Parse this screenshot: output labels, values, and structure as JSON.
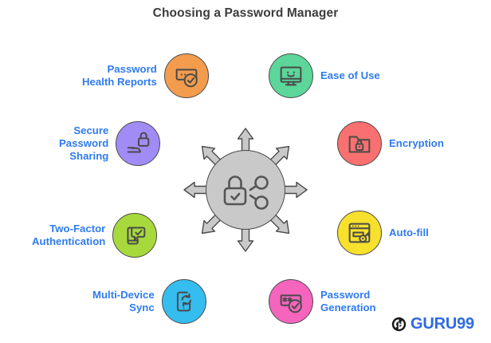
{
  "title": "Choosing a Password Manager",
  "center": {
    "icon": "lock-share-icon",
    "color": "#c9c9c9",
    "arrow_color": "#c9c9c9",
    "arrow_count": 8
  },
  "nodes": [
    {
      "id": "password-health-reports",
      "label": "Password\nHealth Reports",
      "icon": "password-field-check-icon",
      "color": "#f39c4e",
      "side": "left"
    },
    {
      "id": "ease-of-use",
      "label": "Ease of Use",
      "icon": "monitor-smiley-icon",
      "color": "#5cd69a",
      "side": "right"
    },
    {
      "id": "secure-password-sharing",
      "label": "Secure\nPassword\nSharing",
      "icon": "lock-share-arrow-icon",
      "color": "#a18cf5",
      "side": "left"
    },
    {
      "id": "encryption",
      "label": "Encryption",
      "icon": "folder-lock-icon",
      "color": "#f97070",
      "side": "right"
    },
    {
      "id": "two-factor-authentication",
      "label": "Two-Factor\nAuthentication",
      "icon": "phone-chat-check-icon",
      "color": "#a7d93c",
      "side": "left"
    },
    {
      "id": "auto-fill",
      "label": "Auto-fill",
      "icon": "browser-key-icon",
      "color": "#f7e12c",
      "side": "right"
    },
    {
      "id": "multi-device-sync",
      "label": "Multi-Device\nSync",
      "icon": "phone-sync-icon",
      "color": "#36bdf0",
      "side": "left"
    },
    {
      "id": "password-generation",
      "label": "Password\nGeneration",
      "icon": "password-asterisk-check-icon",
      "color": "#f564bd",
      "side": "right"
    }
  ],
  "logo": {
    "text": "GURU99",
    "mark": "guru99-g-icon",
    "color": "#2f6ae0"
  }
}
